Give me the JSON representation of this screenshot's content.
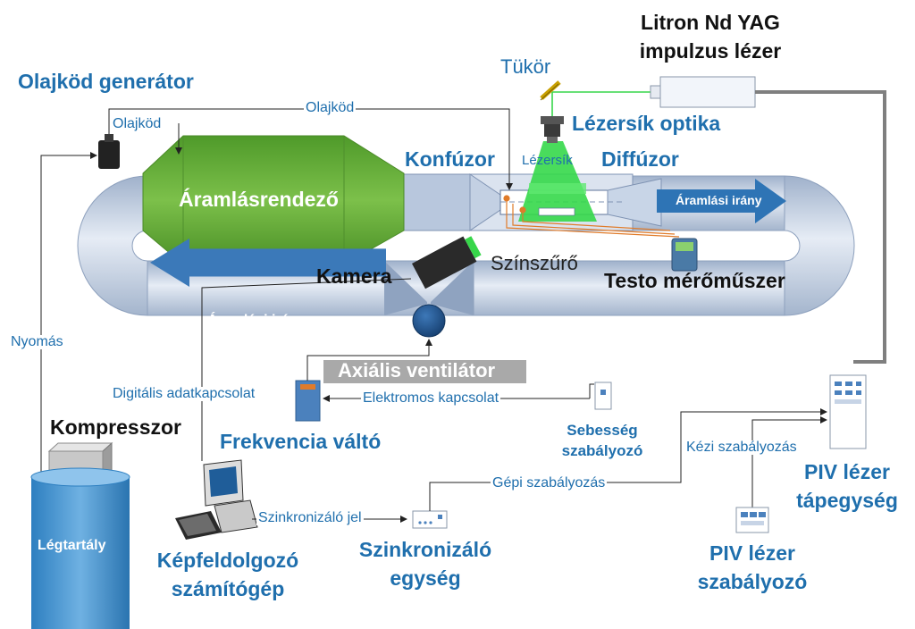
{
  "labels": {
    "laser_line1": "Litron Nd YAG",
    "laser_line2": "impulzus lézer",
    "mirror": "Tükör",
    "oil_gen": "Olajköd generátor",
    "oil_mist_top": "Olajköd",
    "oil_mist_left": "Olajköd",
    "sheet_optics": "Lézersík optika",
    "confuser": "Konfúzor",
    "laser_sheet": "Lézersík",
    "diffuser": "Diffúzor",
    "flow_straightener": "Áramlásrendező",
    "flow_dir_right": "Áramlási irány",
    "flow_dir_left": "Áramlási irány",
    "camera": "Kamera",
    "color_filter": "Színszűrő",
    "testo": "Testo mérőműszer",
    "pressure": "Nyomás",
    "axial_fan": "Axiális ventilátor",
    "digital_link": "Digitális adatkapcsolat",
    "electric_link": "Elektromos kapcsolat",
    "speed_ctrl_1": "Sebesség",
    "speed_ctrl_2": "szabályozó",
    "compressor": "Kompresszor",
    "freq_conv": "Frekvencia váltó",
    "manual_ctrl": "Kézi szabályozás",
    "machine_ctrl": "Gépi szabályozás",
    "piv_psu_1": "PIV lézer",
    "piv_psu_2": "tápegység",
    "sync_signal": "Szinkronizáló jel",
    "air_tank": "Légtartály",
    "img_pc_1": "Képfeldolgozó",
    "img_pc_2": "számítógép",
    "sync_unit_1": "Szinkronizáló",
    "sync_unit_2": "egység",
    "piv_ctrl_1": "PIV lézer",
    "piv_ctrl_2": "szabályozó"
  },
  "colors": {
    "label_blue": "#1f6fad",
    "duct_light": "#d6e0ee",
    "duct_mid": "#a7b8d1",
    "straightener_green": "#6aae3c",
    "laser_green": "#37d64a",
    "flow_arrow": "#2e74b5",
    "wire_orange": "#e07b2a"
  }
}
